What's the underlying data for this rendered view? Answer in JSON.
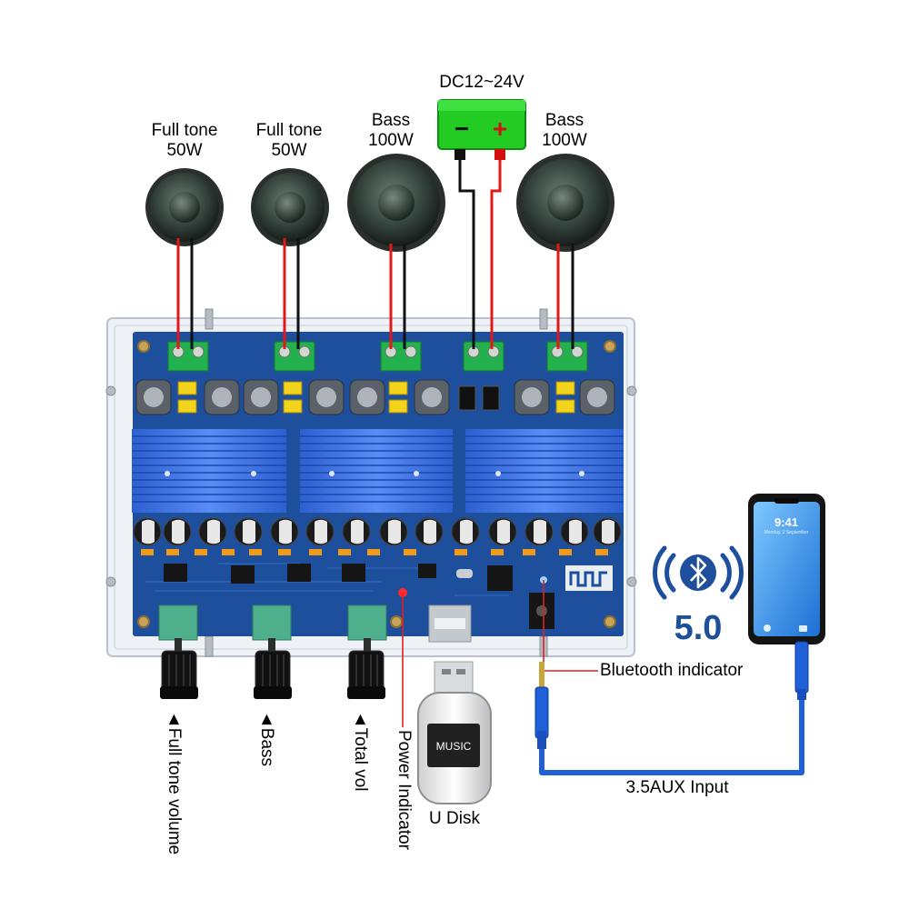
{
  "speakers": [
    {
      "line1": "Full tone",
      "line2": "50W"
    },
    {
      "line1": "Full tone",
      "line2": "50W"
    },
    {
      "line1": "Bass",
      "line2": "100W"
    },
    {
      "line1": "Bass",
      "line2": "100W"
    }
  ],
  "power": {
    "voltage": "DC12~24V",
    "minus": "−",
    "plus": "+"
  },
  "knobs": {
    "full_tone_volume": "◄Full tone volume",
    "bass": "◄Bass",
    "total_vol": "◄Total vol"
  },
  "power_indicator": "Power Indicator",
  "udisk": {
    "label": "U Disk",
    "badge": "MUSIC"
  },
  "bluetooth": {
    "version": "5.0",
    "indicator": "Bluetooth indicator"
  },
  "aux_input": "3.5AUX Input",
  "phone": {
    "time": "9:41",
    "date": "Monday, 2 September"
  },
  "colors": {
    "board": "#1d4f9c",
    "heatsink": "#3a6fe0",
    "terminal": "#22b14c",
    "wire_red": "#e01818",
    "wire_black": "#111111",
    "cable_blue": "#1f5fd8",
    "bluetooth_blue": "#1d4f9c"
  }
}
